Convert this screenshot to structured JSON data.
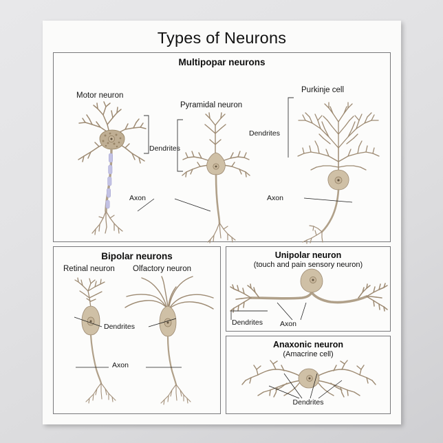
{
  "poster": {
    "title": "Types of Neurons"
  },
  "panels": {
    "multipolar": {
      "title": "Multipopar neurons",
      "cells": {
        "motor": "Motor neuron",
        "pyramidal": "Pyramidal neuron",
        "purkinje": "Purkinje cell"
      },
      "annotations": {
        "dendrites_motor": "Dendrites",
        "dendrites_pyramidal": "Dendrites",
        "axon_center": "Axon",
        "axon_purkinje": "Axon"
      }
    },
    "bipolar": {
      "title": "Bipolar neurons",
      "cells": {
        "retinal": "Retinal neuron",
        "olfactory": "Olfactory neuron"
      },
      "annotations": {
        "dendrites": "Dendrites",
        "axon": "Axon"
      }
    },
    "unipolar": {
      "title": "Unipolar neuron",
      "subtitle": "(touch and pain sensory neuron)",
      "annotations": {
        "dendrites": "Dendrites",
        "axon": "Axon"
      }
    },
    "anaxonic": {
      "title": "Anaxonic neuron",
      "subtitle": "(Amacrine cell)",
      "annotations": {
        "dendrites": "Dendrites"
      }
    }
  },
  "colors": {
    "background": "#e3e3e5",
    "poster": "#fbfbfa",
    "panel_border": "#77777a",
    "neuron_body": "#cfc0a6",
    "neuron_outline": "#9d8a72",
    "myelin": "#c3c2e4",
    "text": "#121212"
  }
}
